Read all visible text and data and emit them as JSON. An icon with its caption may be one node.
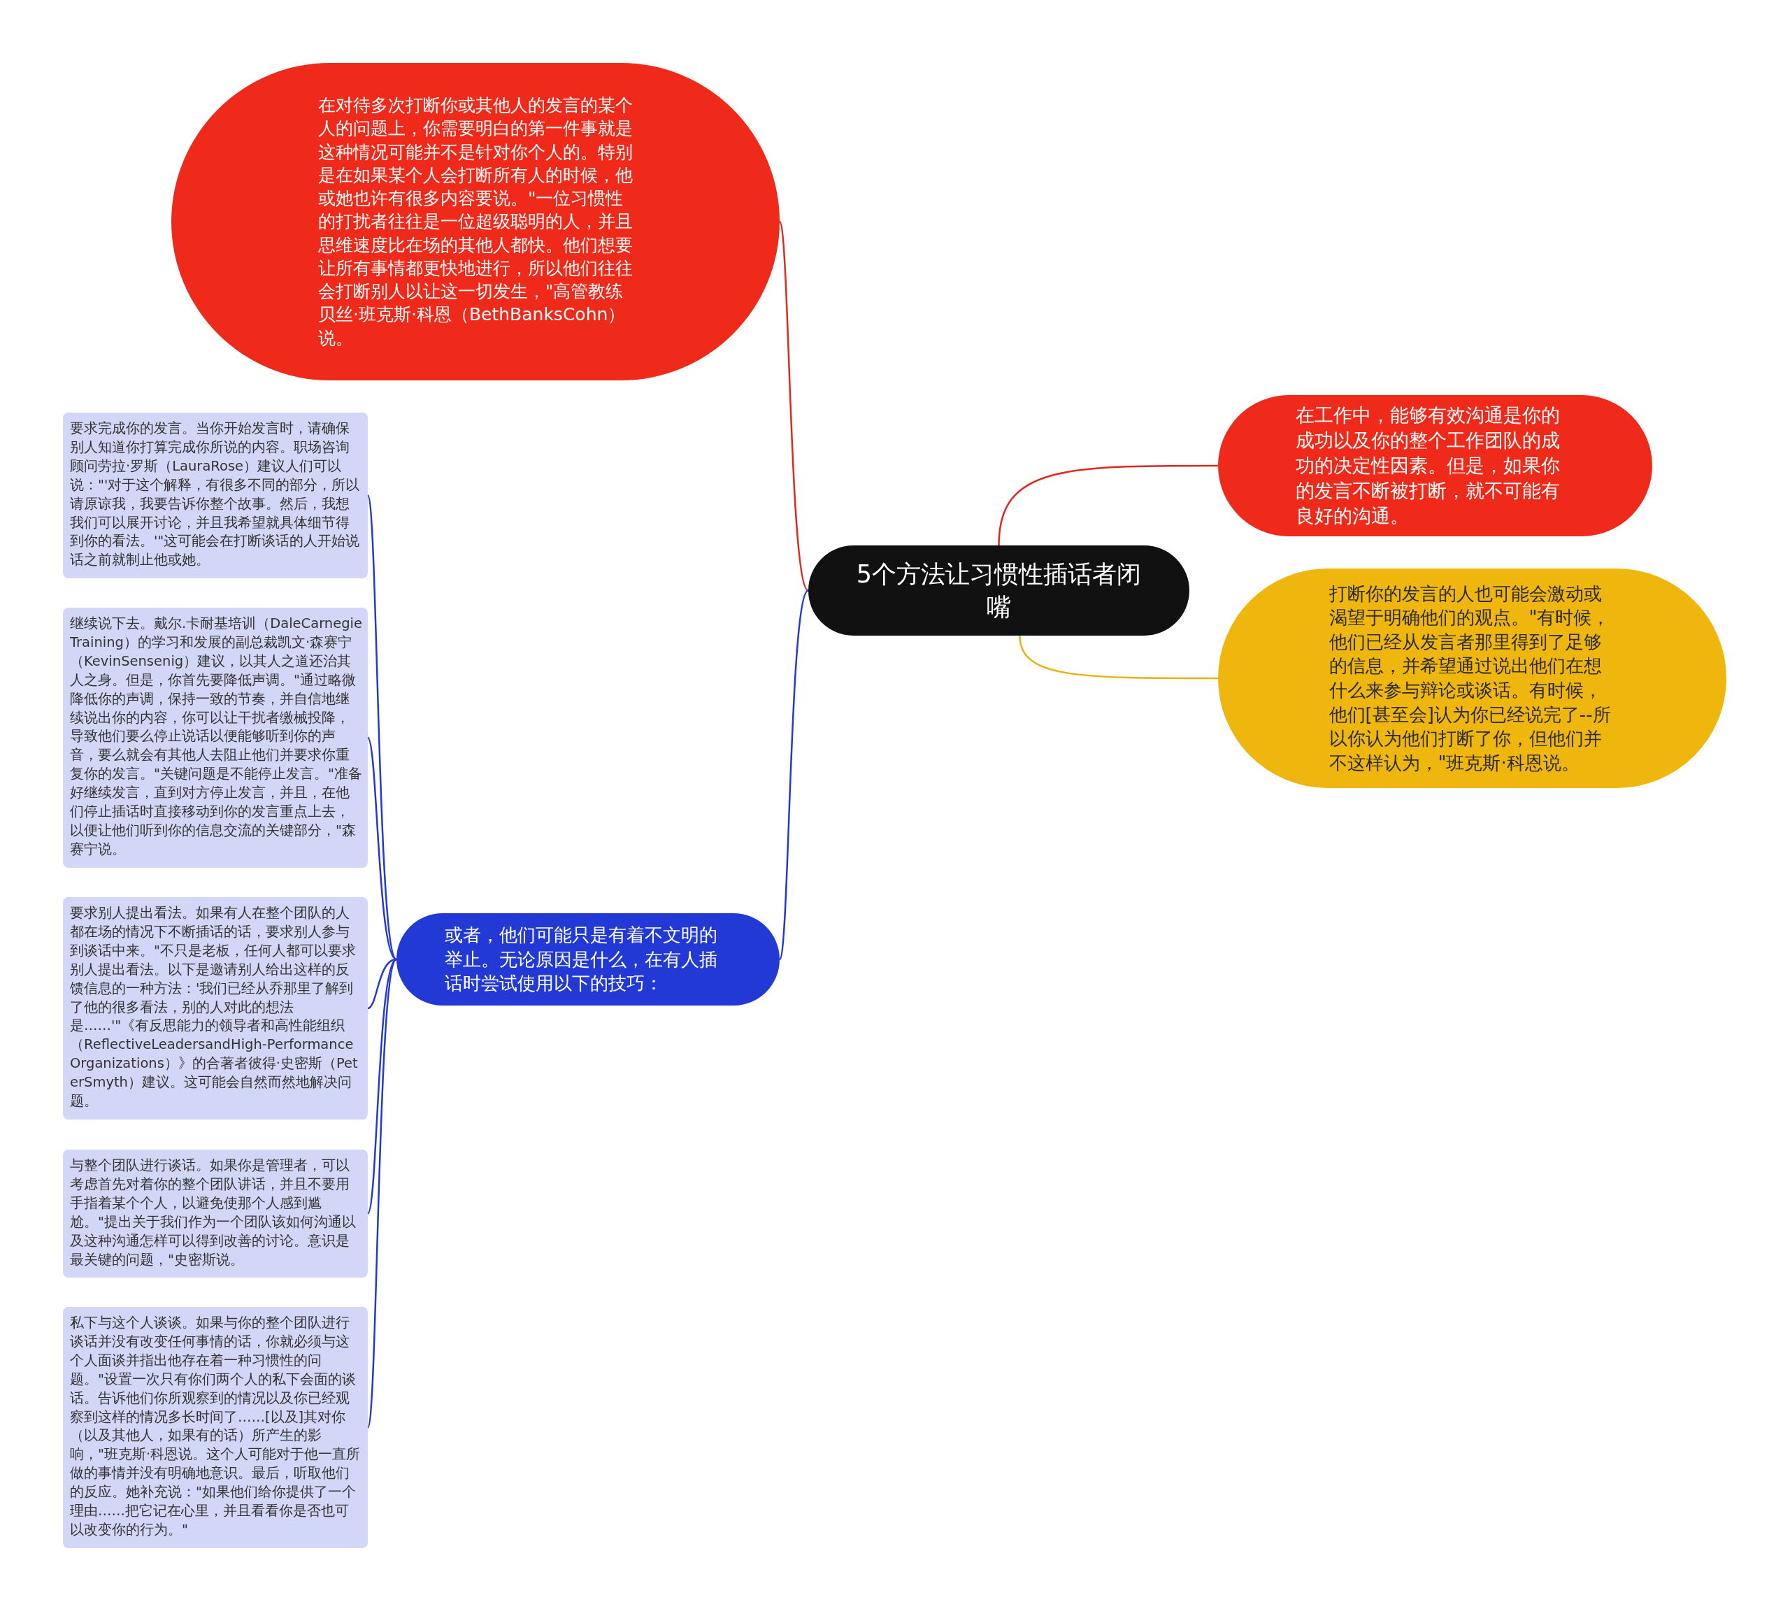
{
  "diagram": {
    "nodes": [
      {
        "text": [
          "5个方法让习惯性插话者闭嘴"
        ]
      },
      {
        "text": [
          "在对待多次打断你或其他人的发言的某个人的问题上，你需要明白的第一件事就是这种情况可能并不是针对你个人的。特别是在如果某个人会打断所有人的时候，他或她也许有很多内容要说。\"一位习惯性的打扰者往往是一位超级聪明的人，并且思维速度比在场的其他人都快。他们想要让所有事情都更快地进行，所以他们往往会打断别人以让这一切发生，\"高管教练贝丝·班克斯·科恩（BethBanksCohn）说。"
        ]
      },
      {
        "text": [
          "在工作中，能够有效沟通是你的成功以及你的整个工作团队的成功的决定性因素。但是，如果你的发言不断被打断，就不可能有良好的沟通。"
        ]
      },
      {
        "text": [
          "打断你的发言的人也可能会激动或渴望于明确他们的观点。\"有时候，他们已经从发言者那里得到了足够的信息，并希望通过说出他们在想什么来参与辩论或谈话。有时候，他们[甚至会]认为你已经说完了--所以你认为他们打断了你，但他们并不这样认为，\"班克斯·科恩说。"
        ]
      },
      {
        "text": [
          "或者，他们可能只是有着不文明的举止。无论原因是什么，在有人插话时尝试使用以下的技巧："
        ]
      },
      {
        "text": [
          "要求完成你的发言。当你开始发言时，请确保别人知道你打算完成你所说的内容。职场咨询顾问劳拉·罗斯（LauraRose）建议人们可以说：\"'对于这个解释，有很多不同的部分，所以请原谅我，我要告诉你整个故事。然后，我想我们可以展开讨论，并且我希望就具体细节得到你的看法。'\"这可能会在打断谈话的人开始说话之前就制止他或她。"
        ]
      },
      {
        "text": [
          "继续说下去。戴尔.卡耐基培训（DaleCarnegieTraining）的学习和发展的副总裁凯文·森赛宁（KevinSensenig）建议，以其人之道还治其人之身。但是，你首先要降低声调。\"通过略微降低你的声调，保持一致的节奏，并自信地继续说出你的内容，你可以让干扰者缴械投降，导致他们要么停止说话以便能够听到你的声音，要么就会有其他人去阻止他们并要求你重复你的发言。\"关键问题是不能停止发言。\"准备好继续发言，直到对方停止发言，并且，在他们停止插话时直接移动到你的发言重点上去，以便让他们听到你的信息交流的关键部分，\"森赛宁说。"
        ]
      },
      {
        "text": [
          "要求别人提出看法。如果有人在整个团队的人都在场的情况下不断插话的话，要求别人参与到谈话中来。\"不只是老板，任何人都可以要求别人提出看法。以下是邀请别人给出这样的反馈信息的一种方法：'我们已经从乔那里了解到了他的很多看法，别的人对此的想法是……'\"《有反思能力的领导者和高性能组织（ReflectiveLeadersandHigh-PerformanceOrganizations）》的合著者彼得·史密斯（PeterSmyth）建议。这可能会自然而然地解决问题。"
        ]
      },
      {
        "text": [
          "与整个团队进行谈话。如果你是管理者，可以考虑首先对着你的整个团队讲话，并且不要用手指着某个个人，以避免使那个人感到尴尬。\"提出关于我们作为一个团队该如何沟通以及这种沟通怎样可以得到改善的讨论。意识是最关键的问题，\"史密斯说。"
        ]
      },
      {
        "text": [
          "私下与这个人谈谈。如果与你的整个团队进行谈话并没有改变任何事情的话，你就必须与这个人面谈并指出他存在着一种习惯性的问题。\"设置一次只有你们两个人的私下会面的谈话。告诉他们你所观察到的情况以及你已经观察到这样的情况多长时间了……[以及]其对你（以及其他人，如果有的话）所产生的影响，\"班克斯·科恩说。这个人可能对于他一直所做的事情并没有明确地意识。最后，听取他们的反应。她补充说：\"如果他们给你提供了一个理由……把它记在心里，并且看看你是否也可以改变你的行为。\""
        ]
      }
    ],
    "edges": [
      {
        "from": 0,
        "to": 1,
        "arrow": "none",
        "color": "#e0291c"
      },
      {
        "from": 0,
        "to": 2,
        "arrow": "none",
        "color": "#e0291c"
      },
      {
        "from": 0,
        "to": 3,
        "arrow": "none",
        "color": "#eab10e"
      },
      {
        "from": 0,
        "to": 4,
        "arrow": "none"
      },
      {
        "from": 4,
        "to": 5,
        "arrow": "none"
      },
      {
        "from": 4,
        "to": 6,
        "arrow": "none"
      },
      {
        "from": 4,
        "to": 7,
        "arrow": "none"
      },
      {
        "from": 4,
        "to": 8,
        "arrow": "none"
      },
      {
        "from": 4,
        "to": 9,
        "arrow": "none"
      }
    ]
  }
}
